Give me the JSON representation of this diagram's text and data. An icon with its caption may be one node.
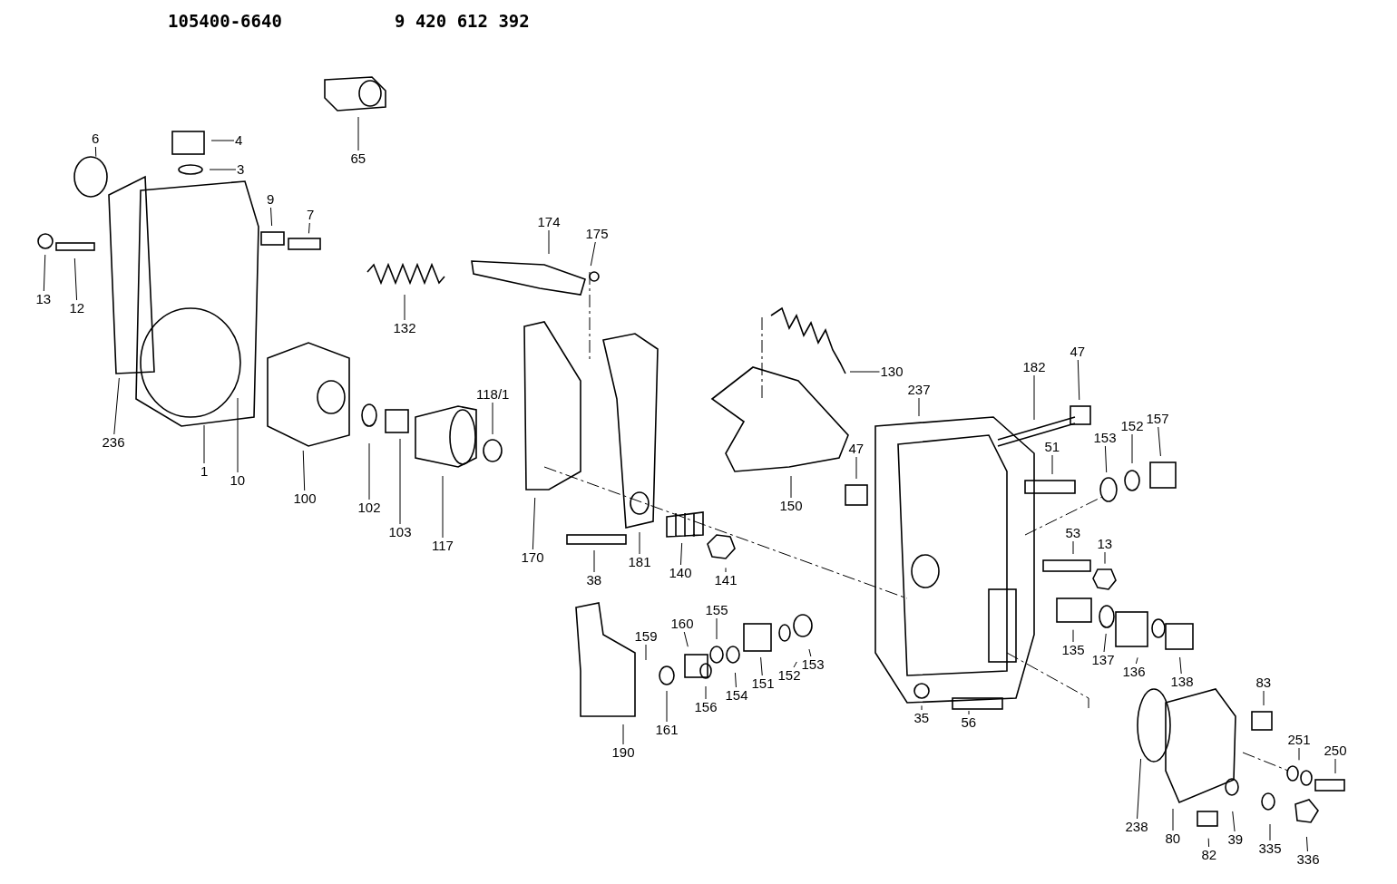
{
  "diagram": {
    "nodes": [
      {
        "text": [
          "6"
        ]
      },
      {
        "text": [
          "4"
        ]
      },
      {
        "text": [
          "3"
        ]
      },
      {
        "text": [
          "65"
        ]
      },
      {
        "text": [
          "9"
        ]
      },
      {
        "text": [
          "7"
        ]
      },
      {
        "text": [
          "13"
        ]
      },
      {
        "text": [
          "12"
        ]
      },
      {
        "text": [
          "132"
        ]
      },
      {
        "text": [
          "174"
        ]
      },
      {
        "text": [
          "175"
        ]
      },
      {
        "text": [
          "236"
        ]
      },
      {
        "text": [
          "1"
        ]
      },
      {
        "text": [
          "10"
        ]
      },
      {
        "text": [
          "100"
        ]
      },
      {
        "text": [
          "102"
        ]
      },
      {
        "text": [
          "103"
        ]
      },
      {
        "text": [
          "117"
        ]
      },
      {
        "text": [
          "118/1"
        ]
      },
      {
        "text": [
          "170"
        ]
      },
      {
        "text": [
          "181"
        ]
      },
      {
        "text": [
          "38"
        ]
      },
      {
        "text": [
          "140"
        ]
      },
      {
        "text": [
          "141"
        ]
      },
      {
        "text": [
          "130"
        ]
      },
      {
        "text": [
          "150"
        ]
      },
      {
        "text": [
          "237"
        ]
      },
      {
        "text": [
          "182"
        ]
      },
      {
        "text": [
          "47"
        ]
      },
      {
        "text": [
          "47"
        ]
      },
      {
        "text": [
          "51"
        ]
      },
      {
        "text": [
          "153"
        ]
      },
      {
        "text": [
          "152"
        ]
      },
      {
        "text": [
          "157"
        ]
      },
      {
        "text": [
          "53"
        ]
      },
      {
        "text": [
          "13"
        ]
      },
      {
        "text": [
          "159"
        ]
      },
      {
        "text": [
          "160"
        ]
      },
      {
        "text": [
          "155"
        ]
      },
      {
        "text": [
          "156"
        ]
      },
      {
        "text": [
          "154"
        ]
      },
      {
        "text": [
          "151"
        ]
      },
      {
        "text": [
          "152"
        ]
      },
      {
        "text": [
          "153"
        ]
      },
      {
        "text": [
          "161"
        ]
      },
      {
        "text": [
          "190"
        ]
      },
      {
        "text": [
          "135"
        ]
      },
      {
        "text": [
          "137"
        ]
      },
      {
        "text": [
          "136"
        ]
      },
      {
        "text": [
          "138"
        ]
      },
      {
        "text": [
          "35"
        ]
      },
      {
        "text": [
          "56"
        ]
      },
      {
        "text": [
          "83"
        ]
      },
      {
        "text": [
          "251"
        ]
      },
      {
        "text": [
          "250"
        ]
      },
      {
        "text": [
          "238"
        ]
      },
      {
        "text": [
          "80"
        ]
      },
      {
        "text": [
          "82"
        ]
      },
      {
        "text": [
          "39"
        ]
      },
      {
        "text": [
          "335"
        ]
      },
      {
        "text": [
          "336"
        ]
      }
    ],
    "edges": [
      {
        "from": 0,
        "to": null,
        "arrow": "none"
      },
      {
        "from": 1,
        "to": null,
        "arrow": "none"
      },
      {
        "from": 2,
        "to": null,
        "arrow": "none"
      },
      {
        "from": 3,
        "to": null,
        "arrow": "none"
      },
      {
        "from": 4,
        "to": null,
        "arrow": "none"
      },
      {
        "from": 5,
        "to": null,
        "arrow": "none"
      },
      {
        "from": 6,
        "to": null,
        "arrow": "none"
      },
      {
        "from": 7,
        "to": null,
        "arrow": "none"
      },
      {
        "from": 8,
        "to": null,
        "arrow": "none"
      },
      {
        "from": 9,
        "to": null,
        "arrow": "none"
      },
      {
        "from": 10,
        "to": null,
        "arrow": "none"
      },
      {
        "from": 11,
        "to": null,
        "arrow": "none"
      },
      {
        "from": 12,
        "to": null,
        "arrow": "none"
      },
      {
        "from": 13,
        "to": null,
        "arrow": "none"
      },
      {
        "from": 14,
        "to": null,
        "arrow": "none"
      },
      {
        "from": 15,
        "to": null,
        "arrow": "none"
      },
      {
        "from": 16,
        "to": null,
        "arrow": "none"
      },
      {
        "from": 17,
        "to": null,
        "arrow": "none"
      },
      {
        "from": 18,
        "to": null,
        "arrow": "none"
      },
      {
        "from": 19,
        "to": null,
        "arrow": "none"
      },
      {
        "from": 20,
        "to": null,
        "arrow": "none"
      },
      {
        "from": 21,
        "to": null,
        "arrow": "none"
      },
      {
        "from": 22,
        "to": null,
        "arrow": "none"
      },
      {
        "from": 23,
        "to": null,
        "arrow": "none"
      },
      {
        "from": 24,
        "to": null,
        "arrow": "none"
      },
      {
        "from": 25,
        "to": null,
        "arrow": "none"
      },
      {
        "from": 26,
        "to": null,
        "arrow": "none"
      },
      {
        "from": 27,
        "to": null,
        "arrow": "none"
      },
      {
        "from": 28,
        "to": null,
        "arrow": "none"
      },
      {
        "from": 29,
        "to": null,
        "arrow": "none"
      },
      {
        "from": 30,
        "to": null,
        "arrow": "none"
      },
      {
        "from": 31,
        "to": null,
        "arrow": "none"
      },
      {
        "from": 32,
        "to": null,
        "arrow": "none"
      },
      {
        "from": 33,
        "to": null,
        "arrow": "none"
      },
      {
        "from": 34,
        "to": null,
        "arrow": "none"
      },
      {
        "from": 35,
        "to": null,
        "arrow": "none"
      },
      {
        "from": 36,
        "to": null,
        "arrow": "none"
      },
      {
        "from": 37,
        "to": null,
        "arrow": "none"
      },
      {
        "from": 38,
        "to": null,
        "arrow": "none"
      },
      {
        "from": 39,
        "to": null,
        "arrow": "none"
      },
      {
        "from": 40,
        "to": null,
        "arrow": "none"
      },
      {
        "from": 41,
        "to": null,
        "arrow": "none"
      },
      {
        "from": 42,
        "to": null,
        "arrow": "none"
      },
      {
        "from": 43,
        "to": null,
        "arrow": "none"
      },
      {
        "from": 44,
        "to": null,
        "arrow": "none"
      },
      {
        "from": 45,
        "to": null,
        "arrow": "none"
      },
      {
        "from": 46,
        "to": null,
        "arrow": "none"
      },
      {
        "from": 47,
        "to": null,
        "arrow": "none"
      },
      {
        "from": 48,
        "to": null,
        "arrow": "none"
      },
      {
        "from": 49,
        "to": null,
        "arrow": "none"
      },
      {
        "from": 50,
        "to": null,
        "arrow": "none"
      },
      {
        "from": 51,
        "to": null,
        "arrow": "none"
      },
      {
        "from": 52,
        "to": null,
        "arrow": "none"
      },
      {
        "from": 53,
        "to": null,
        "arrow": "none"
      },
      {
        "from": 54,
        "to": null,
        "arrow": "none"
      },
      {
        "from": 55,
        "to": null,
        "arrow": "none"
      },
      {
        "from": 56,
        "to": null,
        "arrow": "none"
      },
      {
        "from": 57,
        "to": null,
        "arrow": "none"
      },
      {
        "from": 58,
        "to": null,
        "arrow": "none"
      },
      {
        "from": 59,
        "to": null,
        "arrow": "none"
      },
      {
        "from": 60,
        "to": null,
        "arrow": "none"
      }
    ],
    "labels": [
      "105400-6640",
      "9 420 612 392"
    ]
  }
}
